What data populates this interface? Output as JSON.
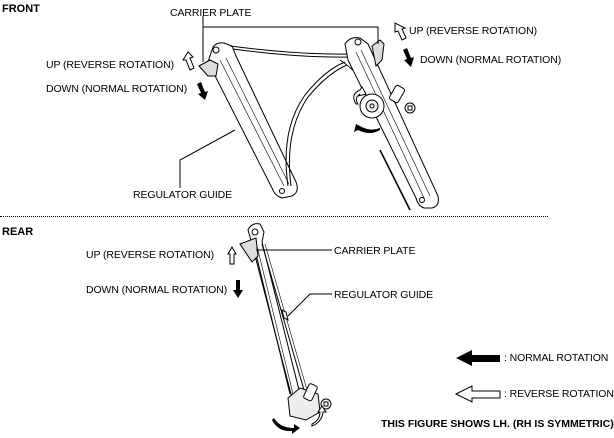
{
  "sections": {
    "front": {
      "title": "FRONT",
      "carrier_plate_label": "CARRIER PLATE",
      "left_up_label": "UP (REVERSE ROTATION)",
      "left_down_label": "DOWN (NORMAL ROTATION)",
      "right_up_label": "UP (REVERSE ROTATION)",
      "right_down_label": "DOWN (NORMAL ROTATION)",
      "regulator_guide_label": "REGULATOR GUIDE"
    },
    "rear": {
      "title": "REAR",
      "up_label": "UP (REVERSE ROTATION)",
      "down_label": "DOWN (NORMAL ROTATION)",
      "carrier_plate_label": "CARRIER PLATE",
      "regulator_guide_label": "REGULATOR GUIDE"
    }
  },
  "legend": {
    "normal_rotation": ": NORMAL ROTATION",
    "reverse_rotation": ": REVERSE ROTATION",
    "normal_icon": "filled-arrow-left",
    "reverse_icon": "outline-arrow-left"
  },
  "footnote": "THIS FIGURE SHOWS LH. (RH IS SYMMETRIC)"
}
